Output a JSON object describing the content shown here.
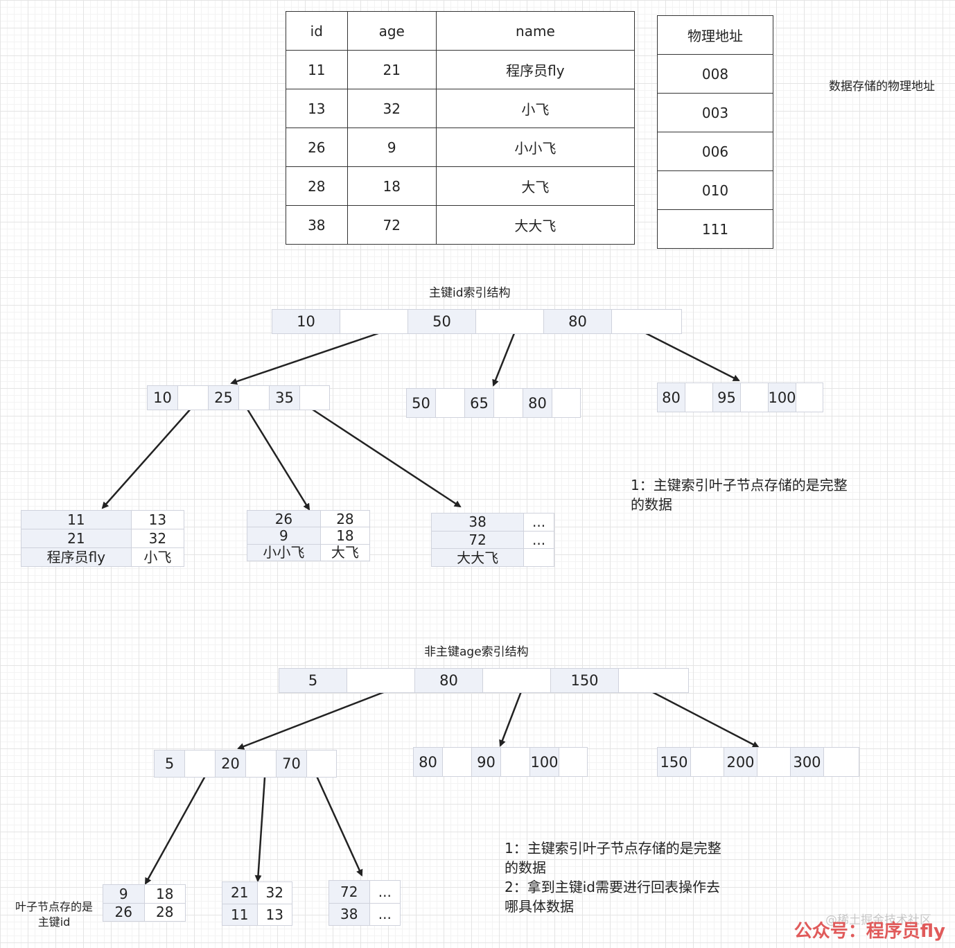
{
  "data_table": {
    "headers": [
      "id",
      "age",
      "name"
    ],
    "rows": [
      [
        "11",
        "21",
        "程序员fly"
      ],
      [
        "13",
        "32",
        "小飞"
      ],
      [
        "26",
        "9",
        "小小飞"
      ],
      [
        "28",
        "18",
        "大飞"
      ],
      [
        "38",
        "72",
        "大大飞"
      ]
    ]
  },
  "address_table": {
    "header": "物理地址",
    "values": [
      "008",
      "003",
      "006",
      "010",
      "111"
    ]
  },
  "address_label": "数据存储的物理地址",
  "primary_index": {
    "title": "主键id索引结构",
    "root": [
      "10",
      "",
      "50",
      "",
      "80",
      ""
    ],
    "internal_nodes": [
      [
        "10",
        "",
        "25",
        "",
        "35",
        ""
      ],
      [
        "50",
        "",
        "65",
        "",
        "80",
        ""
      ],
      [
        "80",
        "",
        "95",
        "",
        "100",
        ""
      ]
    ],
    "leaves": [
      [
        [
          "11",
          "13"
        ],
        [
          "21",
          "32"
        ],
        [
          "程序员fly",
          "小飞"
        ]
      ],
      [
        [
          "26",
          "28"
        ],
        [
          "9",
          "18"
        ],
        [
          "小小飞",
          "大飞"
        ]
      ],
      [
        [
          "38",
          "..."
        ],
        [
          "72",
          "..."
        ],
        [
          "大大飞",
          ""
        ]
      ]
    ],
    "note": "1：主键索引叶子节点存储的是完整的数据"
  },
  "secondary_index": {
    "title": "非主键age索引结构",
    "root": [
      "5",
      "",
      "80",
      "",
      "150",
      ""
    ],
    "internal_nodes": [
      [
        "5",
        "",
        "20",
        "",
        "70",
        ""
      ],
      [
        "80",
        "",
        "90",
        "",
        "100",
        ""
      ],
      [
        "150",
        "",
        "200",
        "",
        "300",
        ""
      ]
    ],
    "leaves": [
      [
        [
          "9",
          "18"
        ],
        [
          "26",
          "28"
        ]
      ],
      [
        [
          "21",
          "32"
        ],
        [
          "11",
          "13"
        ]
      ],
      [
        [
          "72",
          "..."
        ],
        [
          "38",
          "..."
        ]
      ]
    ],
    "leaf_label": "叶子节点存的是主键id",
    "note_lines": [
      "1：主键索引叶子节点存储的是完整的数据",
      "2：拿到主键id需要进行回表操作去哪具体数据"
    ]
  },
  "watermark": "@稀土掘金技术社区",
  "brand": "公众号：程序员fly"
}
